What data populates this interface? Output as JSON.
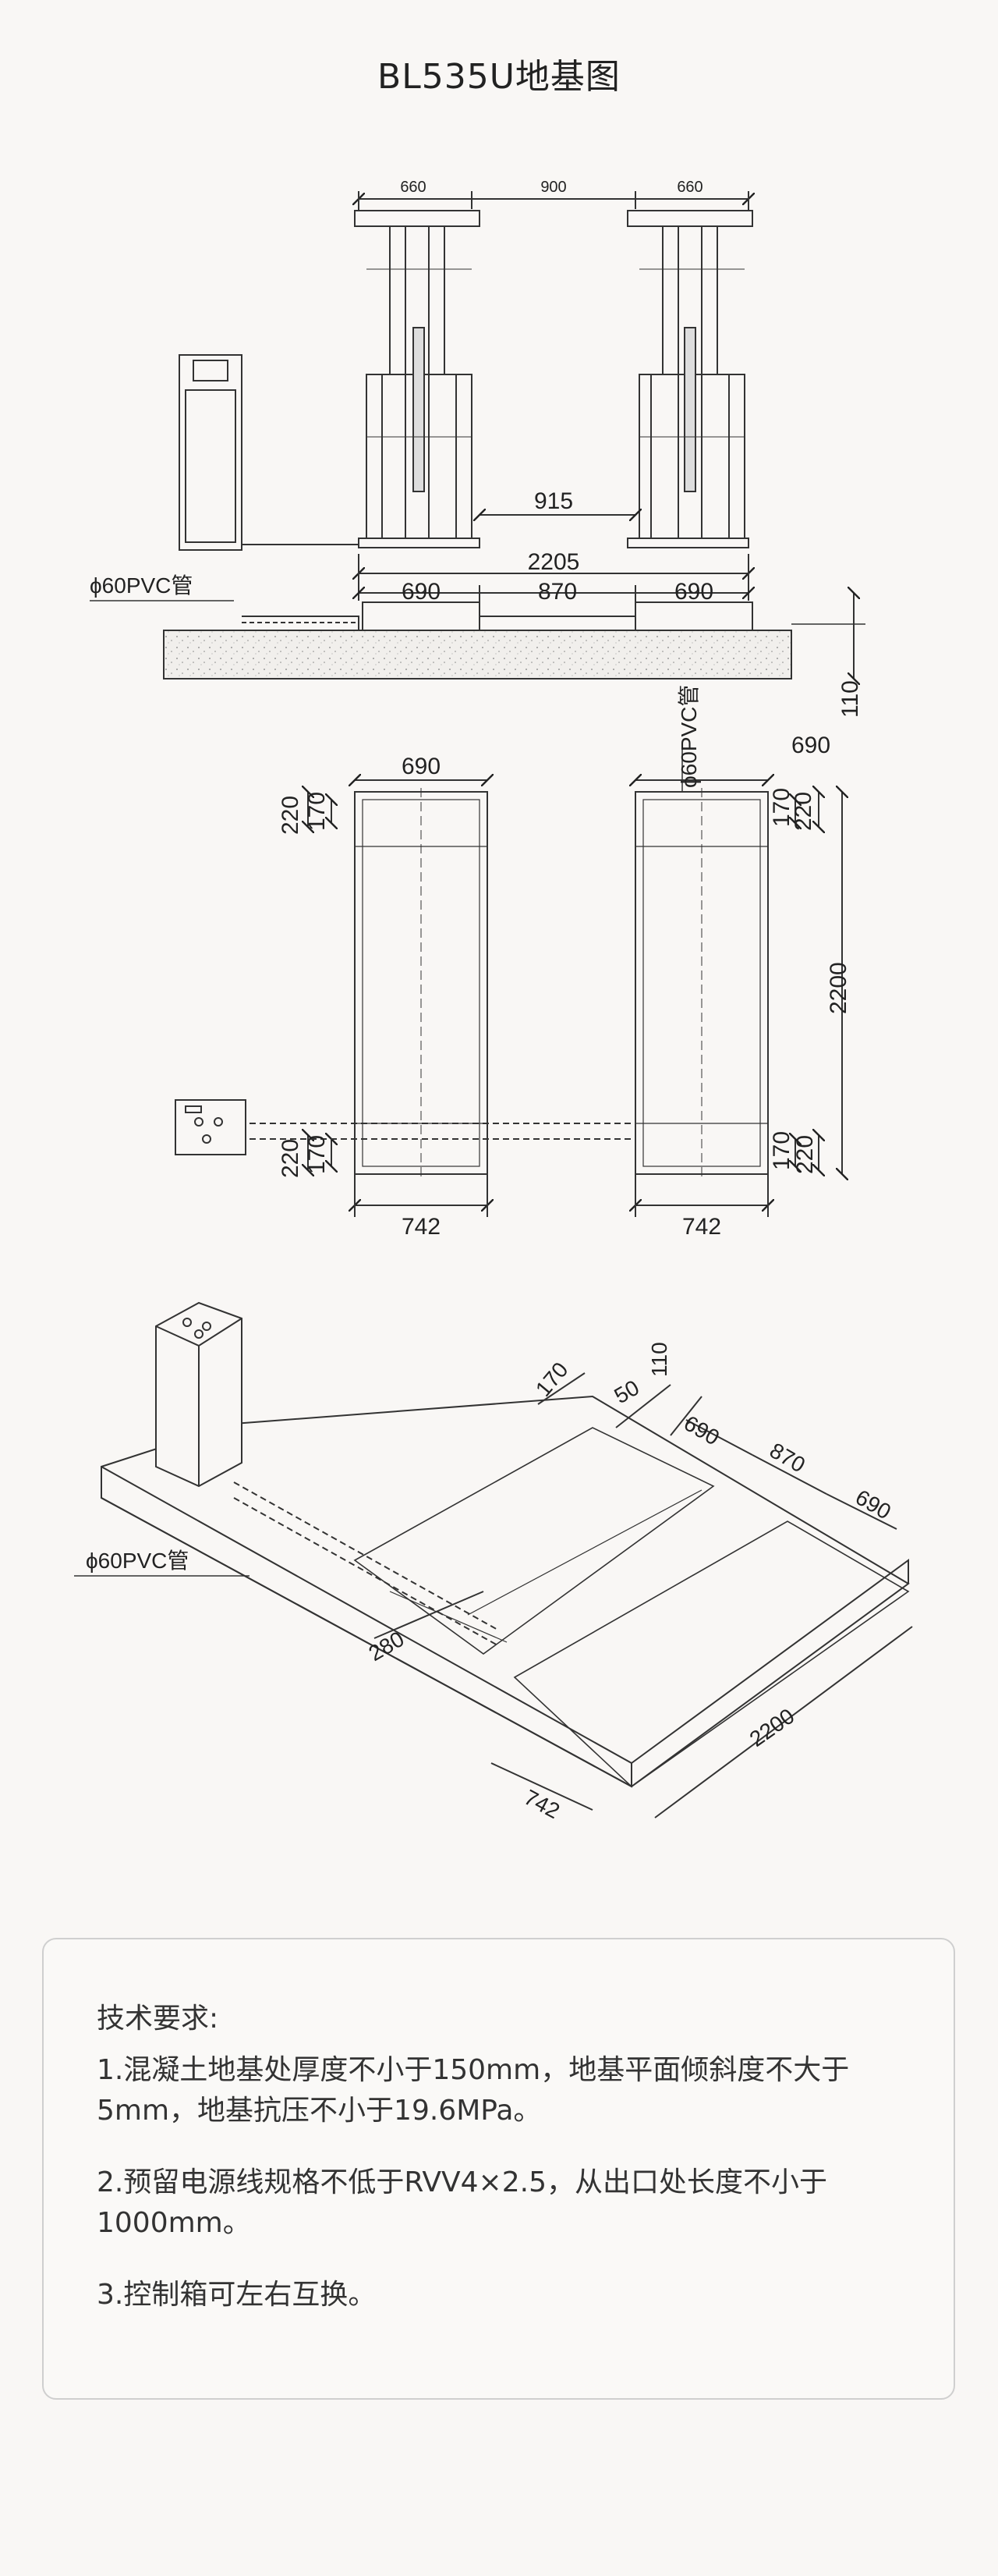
{
  "title": "BL535U地基图",
  "front_view": {
    "top_dims": [
      "660",
      "900",
      "660"
    ],
    "inner_dim": "915",
    "overall_dim": "2205",
    "pit_dims": [
      "690",
      "870",
      "690"
    ],
    "pvc_label": "ϕ60PVC管",
    "depth": "110"
  },
  "plan_view": {
    "left": {
      "width_top": "690",
      "dims_top": [
        "220",
        "170"
      ],
      "dims_bottom": [
        "220",
        "170"
      ],
      "width_bottom": "742"
    },
    "right": {
      "pvc_label": "ϕ60PVC管",
      "width_top": "690",
      "dims_top": [
        "220",
        "170"
      ],
      "length": "2200",
      "dims_bottom": [
        "170",
        "220"
      ],
      "width_bottom": "742"
    }
  },
  "iso_view": {
    "dims": [
      "170",
      "110",
      "50",
      "690",
      "870",
      "690",
      "280",
      "2200",
      "742"
    ],
    "pvc_label": "ϕ60PVC管"
  },
  "requirements": {
    "heading": "技术要求:",
    "items": [
      "1.混凝土地基处厚度不小于150mm，地基平面倾斜度不大于5mm，地基抗压不小于19.6MPa。",
      "2.预留电源线规格不低于RVV4×2.5，从出口处长度不小于1000mm。",
      "3.控制箱可左右互换。"
    ]
  }
}
